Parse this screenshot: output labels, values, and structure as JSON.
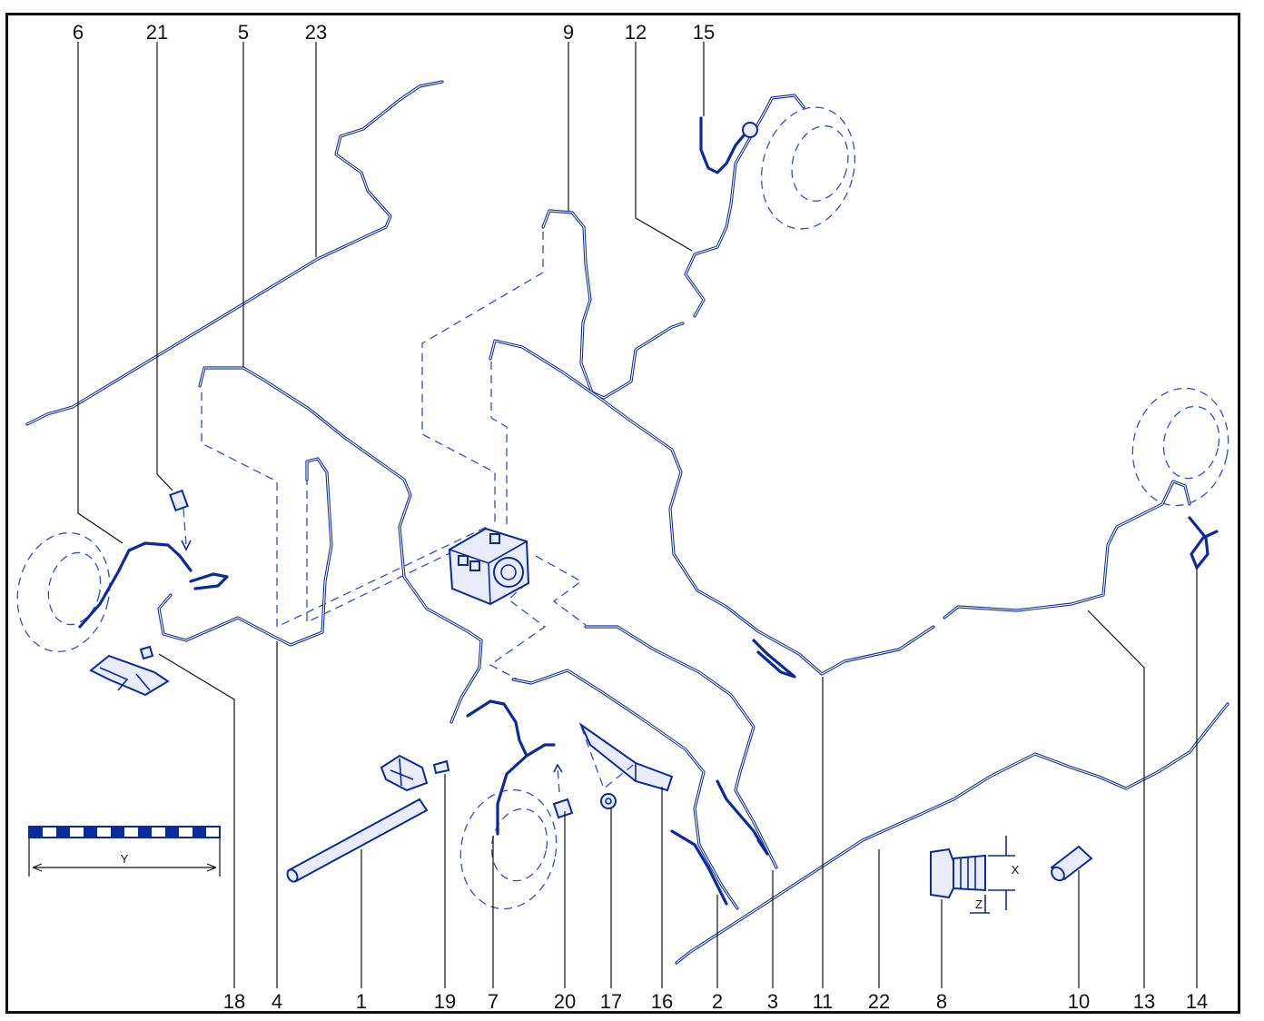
{
  "callouts_top": [
    "6",
    "21",
    "5",
    "23",
    "9",
    "12",
    "15"
  ],
  "callouts_bottom": [
    "18",
    "4",
    "1",
    "19",
    "7",
    "20",
    "17",
    "16",
    "2",
    "3",
    "11",
    "22",
    "8",
    "10",
    "13",
    "14"
  ],
  "dimension_labels": {
    "x": "X",
    "z": "Z",
    "y": "Y"
  },
  "colors": {
    "line": "#0b2a9e",
    "dashed": "#2f4fc4",
    "text": "#111111",
    "frame": "#111111"
  },
  "icon_names": [
    "brake-pipe",
    "brake-hose",
    "wheel-outline",
    "abs-hydraulic-unit",
    "pipe-clip",
    "union-nut",
    "scale-bar"
  ]
}
